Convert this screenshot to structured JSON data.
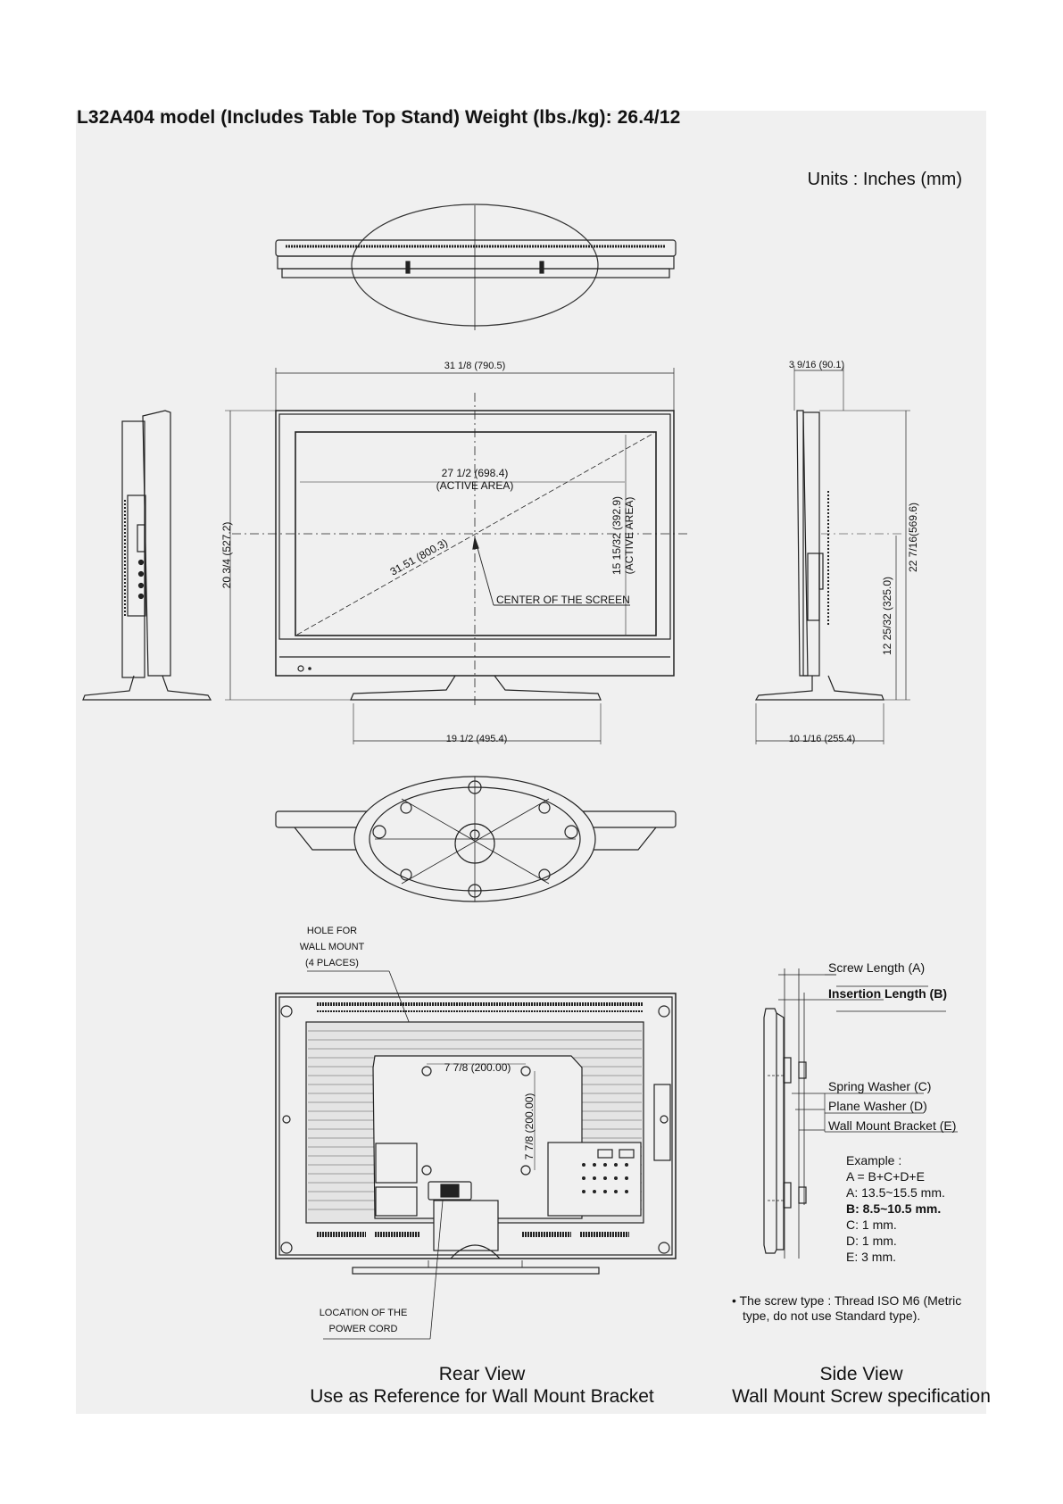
{
  "title": "L32A404 model (Includes Table Top Stand) Weight (lbs./kg): 26.4/12",
  "units": "Units : Inches (mm)",
  "front_view": {
    "width_dim": "31 1/8 (790.5)",
    "active_width": "27 1/2 (698.4)",
    "active_width_sub": "(ACTIVE AREA)",
    "diagonal": "31.51 (800.3)",
    "active_height": "15 15/32 (392.9)",
    "active_height_sub": "(ACTIVE AREA)",
    "center_label": "CENTER OF THE SCREEN",
    "height_dim": "20 3/4 (527.2)",
    "stand_width": "19 1/2 (495.4)"
  },
  "right_view": {
    "depth_dim": "3 9/16 (90.1)",
    "total_height": "22 7/16(569.6)",
    "stand_height": "12 25/32 (325.0)",
    "stand_depth": "10 1/16 (255.4)"
  },
  "rear_view": {
    "hole_label": [
      "HOLE FOR",
      "WALL MOUNT",
      "(4 PLACES)"
    ],
    "hole_h": "7 7/8 (200.00)",
    "hole_v": "7 7/8 (200.00)",
    "power_label": [
      "LOCATION OF THE",
      "POWER CORD"
    ],
    "caption_1": "Rear View",
    "caption_2": "Use as Reference for Wall Mount Bracket"
  },
  "side_spec": {
    "screw_length": "Screw Length (A)",
    "insertion_length": "Insertion Length (B)",
    "spring_washer": "Spring Washer (C)",
    "plane_washer": "Plane Washer (D)",
    "bracket": "Wall Mount Bracket (E)",
    "example": [
      "Example :",
      "A = B+C+D+E",
      "A: 13.5~15.5 mm.",
      "B: 8.5~10.5 mm.",
      "C: 1 mm.",
      "D: 1 mm.",
      "E: 3 mm."
    ],
    "note_1": "• The screw type : Thread ISO M6 (Metric",
    "note_2": "type, do not use Standard type).",
    "caption_1": "Side View",
    "caption_2": "Wall Mount Screw specification"
  }
}
